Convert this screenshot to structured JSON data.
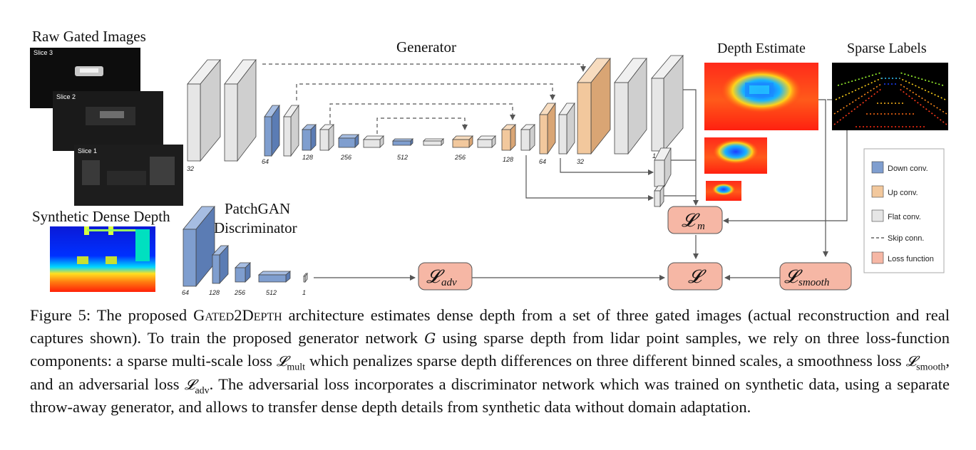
{
  "labels": {
    "raw_gated_images": "Raw Gated Images",
    "slice3": "Slice 3",
    "slice2": "Slice 2",
    "slice1": "Slice 1",
    "synthetic_dense_depth": "Synthetic Dense Depth",
    "generator": "Generator",
    "discriminator_line1": "PatchGAN",
    "discriminator_line2": "Discriminator",
    "depth_estimate": "Depth Estimate",
    "sparse_labels": "Sparse Labels"
  },
  "generator_channels": [
    "32",
    "64",
    "128",
    "256",
    "512",
    "256",
    "128",
    "64",
    "32",
    "1"
  ],
  "discriminator_channels": [
    "64",
    "128",
    "256",
    "512",
    "1"
  ],
  "loss_boxes": {
    "m": "m",
    "total": "",
    "adv": "adv",
    "smooth": "smooth"
  },
  "legend": {
    "down": "Down conv.",
    "up": "Up conv.",
    "flat": "Flat conv.",
    "skip": "Skip conn.",
    "loss": "Loss function"
  },
  "colors": {
    "down": "#7f9ecf",
    "up": "#f2c89d",
    "flat": "#e6e6e6",
    "loss": "#f6b7a5"
  },
  "caption": {
    "fig_label": "Figure 5: The proposed ",
    "name": "Gated2Depth",
    "p1": " architecture estimates dense depth from a set of three gated images (actual reconstruction and real captures shown). To train the proposed generator network ",
    "var_G": "G",
    "p2": " using sparse depth from lidar point samples, we rely on three loss-function components: a sparse multi-scale loss ",
    "sym_mult": "𝓛",
    "sub_mult": "mult",
    "p3": " which penalizes sparse depth differences on three different binned scales, a smoothness loss ",
    "sym_smooth": "𝓛",
    "sub_smooth": "smooth",
    "p4": ", and an adversarial loss ",
    "sym_adv": "𝓛",
    "sub_adv": "adv",
    "p5": ". The adversarial loss incorporates a discriminator network which was trained on synthetic data, using a separate throw-away generator, and allows to transfer dense depth details from synthetic data without domain adaptation."
  }
}
